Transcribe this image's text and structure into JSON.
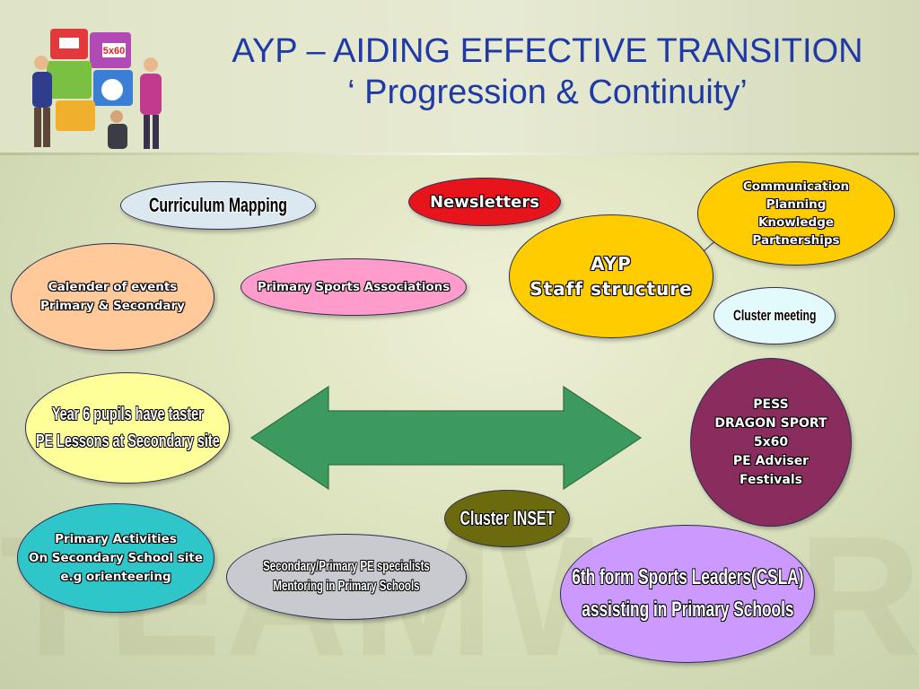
{
  "title": {
    "line1": "AYP – AIDING EFFECTIVE TRANSITION",
    "line2": "‘ Progression & Continuity’"
  },
  "watermark": "TEAMWORK",
  "logo": {
    "icon": "teamwork-puzzle-clipart",
    "badge": "5x60"
  },
  "colors": {
    "title": "#1f3aa6",
    "arrow": "#3d9a5f",
    "curriculum": "#dbe8f0",
    "newsletters": "#e8141b",
    "communication": "#ffcc00",
    "ayp": "#ffcc00",
    "cluster_meeting": "#e2fafc",
    "calendar": "#ffc99a",
    "associations": "#ff9ccc",
    "year6": "#ffff99",
    "pess": "#8b2c5e",
    "cluster_inset": "#6b6a0e",
    "primary_activities": "#2fc6c9",
    "specialists": "#c8cad0",
    "sports_leaders": "#cc99ff"
  },
  "bubbles": {
    "curriculum": {
      "lines": [
        "Curriculum Mapping"
      ]
    },
    "newsletters": {
      "lines": [
        "Newsletters"
      ]
    },
    "communication": {
      "lines": [
        "Communication",
        "Planning",
        "Knowledge",
        "Partnerships"
      ]
    },
    "ayp": {
      "lines": [
        "AYP",
        "Staff structure"
      ]
    },
    "cluster_meeting": {
      "lines": [
        "Cluster meeting"
      ]
    },
    "calendar": {
      "lines": [
        "Calender of events",
        "Primary & Secondary"
      ]
    },
    "associations": {
      "lines": [
        "Primary Sports Associations"
      ]
    },
    "year6": {
      "lines": [
        "Year 6 pupils have taster",
        "PE Lessons at Secondary site"
      ]
    },
    "pess": {
      "lines": [
        "PESS",
        "DRAGON SPORT",
        "5x60",
        "PE Adviser",
        "Festivals"
      ]
    },
    "cluster_inset": {
      "lines": [
        "Cluster INSET"
      ]
    },
    "primary_activities": {
      "lines": [
        "Primary Activities",
        "On Secondary School site",
        "e.g orienteering"
      ]
    },
    "specialists": {
      "lines": [
        "Secondary/Primary PE specialists",
        "Mentoring in Primary Schools"
      ]
    },
    "sports_leaders": {
      "lines": [
        "6th form Sports Leaders(CSLA)",
        "assisting in Primary Schools"
      ]
    }
  }
}
